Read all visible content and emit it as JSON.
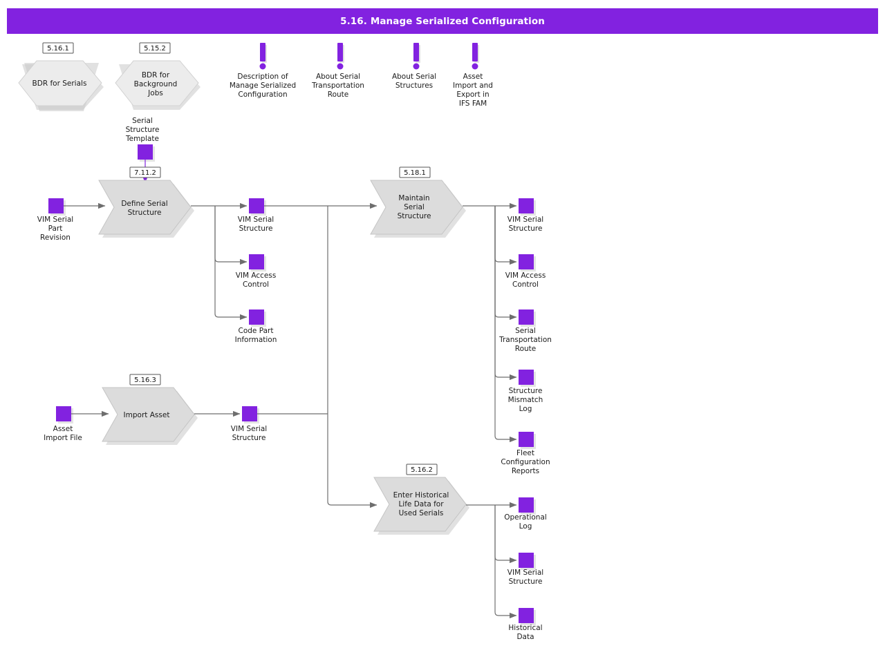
{
  "header": {
    "title": "5.16. Manage Serialized Configuration",
    "bar_color": "#8222e0",
    "text_color": "#ffffff"
  },
  "colors": {
    "accent_purple": "#8222e0",
    "hexagon_fill": "#ececec",
    "chevron_fill": "#dcdcdc",
    "connector": "#6e6e6e"
  },
  "hexagons": [
    {
      "id": "bdr-serials",
      "ref": "5.16.1",
      "label_lines": [
        "BDR for Serials"
      ]
    },
    {
      "id": "bdr-background-jobs",
      "ref": "5.15.2",
      "label_lines": [
        "BDR for",
        "Background",
        "Jobs"
      ]
    }
  ],
  "info_markers": [
    {
      "id": "description-manage-serialized-configuration",
      "icon": "exclamation-icon",
      "label_lines": [
        "Description of",
        "Manage Serialized",
        "Configuration"
      ]
    },
    {
      "id": "about-serial-transportation-route",
      "icon": "exclamation-icon",
      "label_lines": [
        "About Serial",
        "Transportation",
        "Route"
      ]
    },
    {
      "id": "about-serial-structures",
      "icon": "exclamation-icon",
      "label_lines": [
        "About Serial",
        "Structures"
      ]
    },
    {
      "id": "asset-import-export-ifs-fam",
      "icon": "exclamation-icon",
      "label_lines": [
        "Asset",
        "Import and",
        "Export in",
        "IFS FAM"
      ]
    }
  ],
  "processes": [
    {
      "id": "define-serial-structure",
      "ref": "7.11.2",
      "label_lines": [
        "Define Serial",
        "Structure"
      ]
    },
    {
      "id": "maintain-serial-structure",
      "ref": "5.18.1",
      "label_lines": [
        "Maintain",
        "Serial",
        "Structure"
      ]
    },
    {
      "id": "import-asset",
      "ref": "5.16.3",
      "label_lines": [
        "Import Asset"
      ]
    },
    {
      "id": "enter-historical-life-data",
      "ref": "5.16.2",
      "label_lines": [
        "Enter Historical",
        "Life Data for",
        "Used Serials"
      ]
    }
  ],
  "data_objects": [
    {
      "id": "serial-structure-template",
      "label_lines": [
        "Serial",
        "Structure",
        "Template"
      ],
      "position": "above"
    },
    {
      "id": "vim-serial-part-revision",
      "label_lines": [
        "VIM Serial",
        "Part",
        "Revision"
      ],
      "position": "below"
    },
    {
      "id": "define-out-vim-serial-structure",
      "label_lines": [
        "VIM Serial",
        "Structure"
      ],
      "position": "below"
    },
    {
      "id": "define-out-vim-access-control",
      "label_lines": [
        "VIM Access",
        "Control"
      ],
      "position": "below"
    },
    {
      "id": "define-out-code-part-information",
      "label_lines": [
        "Code Part",
        "Information"
      ],
      "position": "below"
    },
    {
      "id": "maintain-out-vim-serial-structure",
      "label_lines": [
        "VIM Serial",
        "Structure"
      ],
      "position": "below"
    },
    {
      "id": "maintain-out-vim-access-control",
      "label_lines": [
        "VIM Access",
        "Control"
      ],
      "position": "below"
    },
    {
      "id": "maintain-out-serial-transportation-route",
      "label_lines": [
        "Serial",
        "Transportation",
        "Route"
      ],
      "position": "below"
    },
    {
      "id": "maintain-out-structure-mismatch-log",
      "label_lines": [
        "Structure",
        "Mismatch",
        "Log"
      ],
      "position": "below"
    },
    {
      "id": "maintain-out-fleet-configuration-reports",
      "label_lines": [
        "Fleet",
        "Configuration",
        "Reports"
      ],
      "position": "below"
    },
    {
      "id": "asset-import-file",
      "label_lines": [
        "Asset",
        "Import File"
      ],
      "position": "below"
    },
    {
      "id": "import-out-vim-serial-structure",
      "label_lines": [
        "VIM Serial",
        "Structure"
      ],
      "position": "below"
    },
    {
      "id": "historical-out-operational-log",
      "label_lines": [
        "Operational",
        "Log"
      ],
      "position": "below"
    },
    {
      "id": "historical-out-vim-serial-structure",
      "label_lines": [
        "VIM Serial",
        "Structure"
      ],
      "position": "below"
    },
    {
      "id": "historical-out-historical-data",
      "label_lines": [
        "Historical",
        "Data"
      ],
      "position": "below"
    }
  ],
  "labels": {
    "hex1_ref": "5.16.1",
    "hex1_l1": "BDR for Serials",
    "hex2_ref": "5.15.2",
    "hex2_l1": "BDR for",
    "hex2_l2": "Background",
    "hex2_l3": "Jobs",
    "info1_l1": "Description of",
    "info1_l2": "Manage Serialized",
    "info1_l3": "Configuration",
    "info2_l1": "About Serial",
    "info2_l2": "Transportation",
    "info2_l3": "Route",
    "info3_l1": "About Serial",
    "info3_l2": "Structures",
    "info4_l1": "Asset",
    "info4_l2": "Import and",
    "info4_l3": "Export in",
    "info4_l4": "IFS FAM",
    "sst_l1": "Serial",
    "sst_l2": "Structure",
    "sst_l3": "Template",
    "p1_ref": "7.11.2",
    "p1_l1": "Define Serial",
    "p1_l2": "Structure",
    "p2_ref": "5.18.1",
    "p2_l1": "Maintain",
    "p2_l2": "Serial",
    "p2_l3": "Structure",
    "p3_ref": "5.16.3",
    "p3_l1": "Import Asset",
    "p4_ref": "5.16.2",
    "p4_l1": "Enter Historical",
    "p4_l2": "Life Data for",
    "p4_l3": "Used Serials",
    "vspr_l1": "VIM Serial",
    "vspr_l2": "Part",
    "vspr_l3": "Revision",
    "d1_l1": "VIM Serial",
    "d1_l2": "Structure",
    "d2_l1": "VIM Access",
    "d2_l2": "Control",
    "d3_l1": "Code Part",
    "d3_l2": "Information",
    "m1_l1": "VIM Serial",
    "m1_l2": "Structure",
    "m2_l1": "VIM Access",
    "m2_l2": "Control",
    "m3_l1": "Serial",
    "m3_l2": "Transportation",
    "m3_l3": "Route",
    "m4_l1": "Structure",
    "m4_l2": "Mismatch",
    "m4_l3": "Log",
    "m5_l1": "Fleet",
    "m5_l2": "Configuration",
    "m5_l3": "Reports",
    "aif_l1": "Asset",
    "aif_l2": "Import File",
    "io_l1": "VIM Serial",
    "io_l2": "Structure",
    "h1_l1": "Operational",
    "h1_l2": "Log",
    "h2_l1": "VIM Serial",
    "h2_l2": "Structure",
    "h3_l1": "Historical",
    "h3_l2": "Data"
  }
}
